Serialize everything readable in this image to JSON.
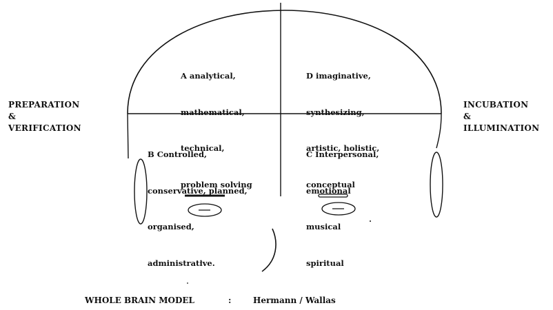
{
  "quadrants": {
    "a": [
      "A analytical,",
      "mathematical,",
      "technical,",
      "problem solving"
    ],
    "d": [
      "D imaginative,",
      "synthesizing,",
      "artistic, holistic,",
      "conceptual"
    ],
    "b": [
      "B Controlled,",
      "conservative, planned,",
      "organised,",
      "administrative."
    ],
    "c": [
      "C Interpersonal,",
      "emotional",
      "musical",
      "spiritual"
    ]
  },
  "left_side": [
    "PREPARATION",
    "&",
    "VERIFICATION"
  ],
  "right_side": [
    "INCUBATION",
    "&",
    "ILLUMINATION"
  ],
  "caption": {
    "title": "WHOLE BRAIN MODEL",
    "separator": ":",
    "authors": "Hermann / Wallas"
  }
}
